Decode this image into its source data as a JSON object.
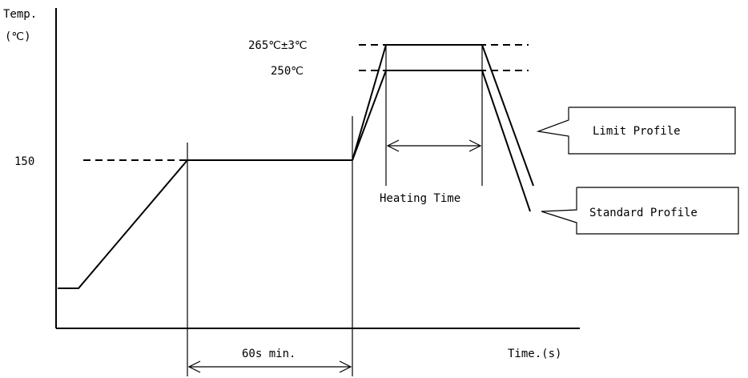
{
  "axes": {
    "y_label_line1": "Temp.",
    "y_label_line2": "(℃)",
    "x_label": "Time.(s)",
    "y_tick_150": "150"
  },
  "levels": {
    "limit_label": "265℃±3℃",
    "standard_label": "250℃"
  },
  "dimensions": {
    "preheat_label": "60s min.",
    "heating_label": "Heating Time"
  },
  "callouts": {
    "limit_profile": "Limit Profile",
    "standard_profile": "Standard Profile"
  }
}
